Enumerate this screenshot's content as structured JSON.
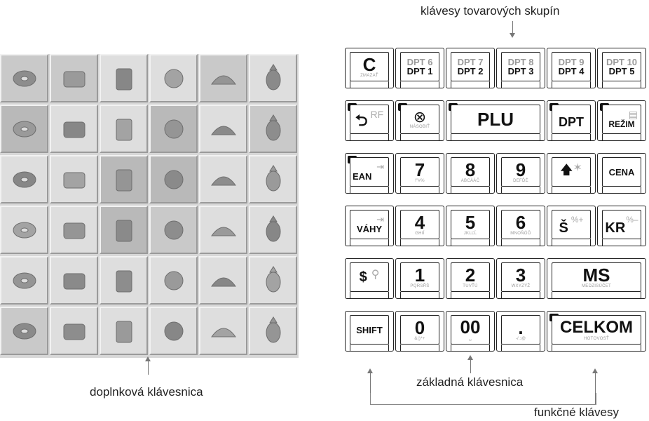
{
  "labels": {
    "top": "klávesy tovarových skupín",
    "supplementary": "doplnková klávesnica",
    "basic": "základná klávesnica",
    "function": "funkčné klávesy"
  },
  "supplementary_keypad": {
    "rows": 6,
    "cols": 6,
    "icons": [
      [
        "donut-icon",
        "bread-loaf-icon",
        "bread-slice-icon",
        "cherries-icon",
        "can-icon",
        "pineapple-icon"
      ],
      [
        "bread-icon",
        "milk-carton-icon",
        "beet-icon",
        "strawberry-icon",
        "apples-icon",
        "pineapple-icon"
      ],
      [
        "milk-box-icon",
        "bottle-icon",
        "fig-icon",
        "plum-icon",
        "bananas-icon",
        "grapes-icon"
      ],
      [
        "loaf-icon",
        "cheese-icon",
        "kiwi-slices-icon",
        "watermelon-slices-icon",
        "orange-icon",
        "pears-icon"
      ],
      [
        "jar-icon",
        "can-icon",
        "grapes-icon",
        "lemon-icon",
        "oranges-icon",
        "glass-icon"
      ],
      [
        "flour-bag-icon",
        "croissant-icon",
        "pretzel-icon",
        "bottles-icon",
        "pepper-icon",
        "cake-icon"
      ]
    ]
  },
  "keyboard": {
    "row1": [
      {
        "main": "C",
        "sub": "ZMAZAŤ"
      },
      {
        "top": "DPT 6",
        "bottom": "DPT 1"
      },
      {
        "top": "DPT 7",
        "bottom": "DPT 2"
      },
      {
        "top": "DPT 8",
        "bottom": "DPT 3"
      },
      {
        "top": "DPT 9",
        "bottom": "DPT 4"
      },
      {
        "top": "DPT 10",
        "bottom": "DPT 5"
      }
    ],
    "row2": {
      "k1_top": "RF",
      "k2_sub": "NÁSOBIŤ",
      "plu": "PLU",
      "dpt": "DPT",
      "rezim": "REŽIM"
    },
    "row3": {
      "ean": "EAN",
      "k7": "7",
      "k7_sub": "!\"#%",
      "k8": "8",
      "k8_sub": "ABCÄÁČ",
      "k9": "9",
      "k9_sub": "DEFĎÉ",
      "cena": "CENA"
    },
    "row4": {
      "vahy": "VÁHY",
      "k4": "4",
      "k4_sub": "GHIÍ",
      "k5": "5",
      "k5_sub": "JKLĽĹ",
      "k6": "6",
      "k6_sub": "MNOŇÓÔ",
      "s": "Š",
      "s_sup": "%+",
      "kr": "KR",
      "kr_sup": "%–"
    },
    "row5": {
      "dollar": "$",
      "k1": "1",
      "k1_sub": "PQRSŘŠ",
      "k2": "2",
      "k2_sub": "TUVŤÚ",
      "k3": "3",
      "k3_sub": "WXYZÝŽ",
      "ms": "MS",
      "ms_sub": "MEDZISÚČET"
    },
    "row6": {
      "shift": "SHIFT",
      "k0": "0",
      "k0_sub": "&()*+",
      "k00": "00",
      "k00_sub": "␣",
      "dot": ".",
      "dot_sub": "-/.:@",
      "celkom": "CELKOM",
      "celkom_sub": "HOTOVOSŤ"
    }
  }
}
